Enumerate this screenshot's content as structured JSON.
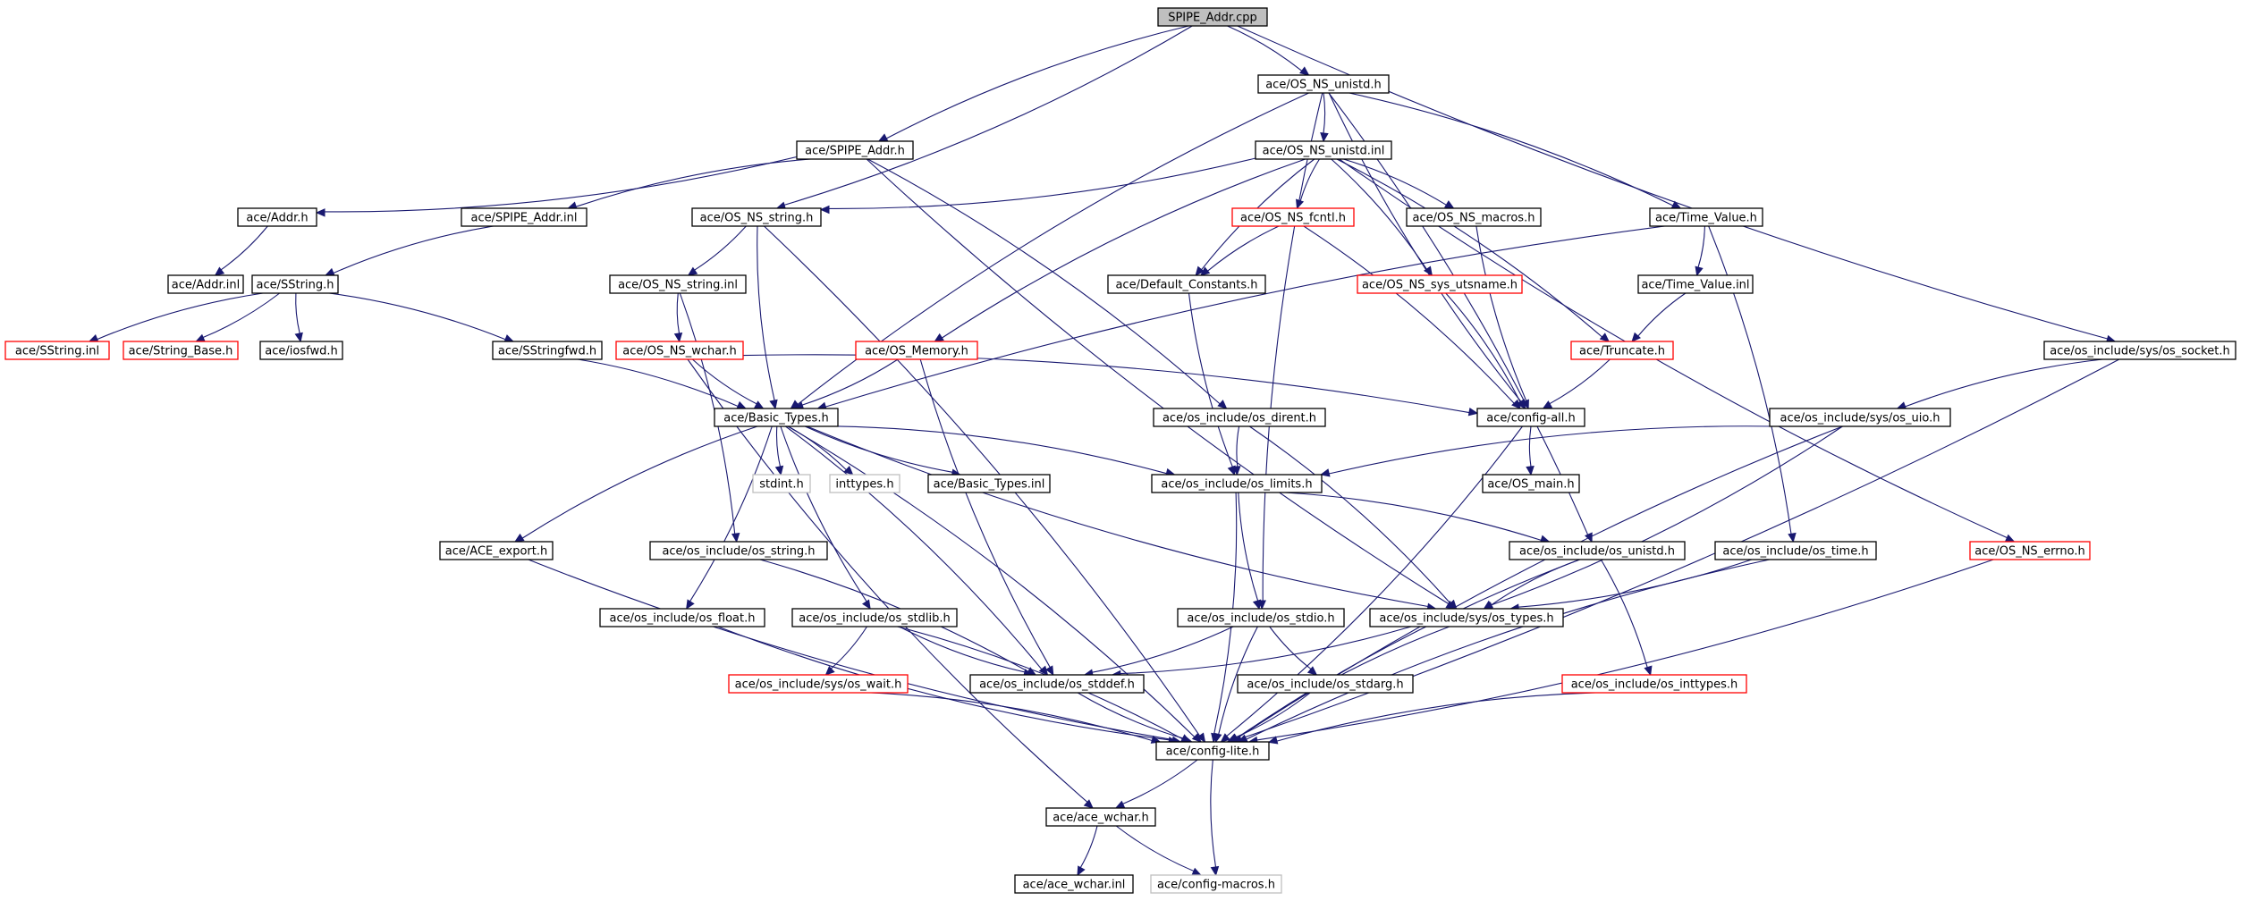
{
  "colors": {
    "edge": "#191970",
    "node_border": "#000000",
    "node_root_fill": "#bfbfbf",
    "node_missing_border": "#ff0000",
    "node_external_border": "#bfbfbf"
  },
  "nodes": [
    {
      "id": "root",
      "label": "SPIPE_Addr.cpp",
      "kind": "root"
    },
    {
      "id": "unistd_h",
      "label": "ace/OS_NS_unistd.h",
      "kind": "normal"
    },
    {
      "id": "spipe_addr_h",
      "label": "ace/SPIPE_Addr.h",
      "kind": "normal"
    },
    {
      "id": "unistd_inl",
      "label": "ace/OS_NS_unistd.inl",
      "kind": "normal"
    },
    {
      "id": "addr_h",
      "label": "ace/Addr.h",
      "kind": "normal"
    },
    {
      "id": "spipe_addr_inl",
      "label": "ace/SPIPE_Addr.inl",
      "kind": "normal"
    },
    {
      "id": "string_h",
      "label": "ace/OS_NS_string.h",
      "kind": "normal"
    },
    {
      "id": "fcntl_h",
      "label": "ace/OS_NS_fcntl.h",
      "kind": "missing"
    },
    {
      "id": "macros_h",
      "label": "ace/OS_NS_macros.h",
      "kind": "normal"
    },
    {
      "id": "time_value_h",
      "label": "ace/Time_Value.h",
      "kind": "normal"
    },
    {
      "id": "addr_inl",
      "label": "ace/Addr.inl",
      "kind": "normal"
    },
    {
      "id": "sstring_h",
      "label": "ace/SString.h",
      "kind": "normal"
    },
    {
      "id": "string_inl",
      "label": "ace/OS_NS_string.inl",
      "kind": "normal"
    },
    {
      "id": "default_constants_h",
      "label": "ace/Default_Constants.h",
      "kind": "normal"
    },
    {
      "id": "utsname_h",
      "label": "ace/OS_NS_sys_utsname.h",
      "kind": "missing"
    },
    {
      "id": "time_value_inl",
      "label": "ace/Time_Value.inl",
      "kind": "normal"
    },
    {
      "id": "sstring_inl",
      "label": "ace/SString.inl",
      "kind": "missing"
    },
    {
      "id": "string_base_h",
      "label": "ace/String_Base.h",
      "kind": "missing"
    },
    {
      "id": "iosfwd_h",
      "label": "ace/iosfwd.h",
      "kind": "normal"
    },
    {
      "id": "sstringfwd_h",
      "label": "ace/SStringfwd.h",
      "kind": "normal"
    },
    {
      "id": "wchar_h",
      "label": "ace/OS_NS_wchar.h",
      "kind": "missing"
    },
    {
      "id": "os_memory_h",
      "label": "ace/OS_Memory.h",
      "kind": "missing"
    },
    {
      "id": "truncate_h",
      "label": "ace/Truncate.h",
      "kind": "missing"
    },
    {
      "id": "os_socket_h",
      "label": "ace/os_include/sys/os_socket.h",
      "kind": "normal"
    },
    {
      "id": "basic_types_h",
      "label": "ace/Basic_Types.h",
      "kind": "normal"
    },
    {
      "id": "os_dirent_h",
      "label": "ace/os_include/os_dirent.h",
      "kind": "normal"
    },
    {
      "id": "config_all_h",
      "label": "ace/config-all.h",
      "kind": "normal"
    },
    {
      "id": "os_uio_h",
      "label": "ace/os_include/sys/os_uio.h",
      "kind": "normal"
    },
    {
      "id": "stdint_h",
      "label": "stdint.h",
      "kind": "external"
    },
    {
      "id": "inttypes_h",
      "label": "inttypes.h",
      "kind": "external"
    },
    {
      "id": "basic_types_inl",
      "label": "ace/Basic_Types.inl",
      "kind": "normal"
    },
    {
      "id": "os_limits_h",
      "label": "ace/os_include/os_limits.h",
      "kind": "normal"
    },
    {
      "id": "os_main_h",
      "label": "ace/OS_main.h",
      "kind": "normal"
    },
    {
      "id": "ace_export_h",
      "label": "ace/ACE_export.h",
      "kind": "normal"
    },
    {
      "id": "os_string_h",
      "label": "ace/os_include/os_string.h",
      "kind": "normal"
    },
    {
      "id": "os_unistd_h",
      "label": "ace/os_include/os_unistd.h",
      "kind": "normal"
    },
    {
      "id": "os_time_h",
      "label": "ace/os_include/os_time.h",
      "kind": "normal"
    },
    {
      "id": "errno_h",
      "label": "ace/OS_NS_errno.h",
      "kind": "missing"
    },
    {
      "id": "os_float_h",
      "label": "ace/os_include/os_float.h",
      "kind": "normal"
    },
    {
      "id": "os_stdlib_h",
      "label": "ace/os_include/os_stdlib.h",
      "kind": "normal"
    },
    {
      "id": "os_stdio_h",
      "label": "ace/os_include/os_stdio.h",
      "kind": "normal"
    },
    {
      "id": "os_types_h",
      "label": "ace/os_include/sys/os_types.h",
      "kind": "normal"
    },
    {
      "id": "os_wait_h",
      "label": "ace/os_include/sys/os_wait.h",
      "kind": "missing"
    },
    {
      "id": "os_stddef_h",
      "label": "ace/os_include/os_stddef.h",
      "kind": "normal"
    },
    {
      "id": "os_stdarg_h",
      "label": "ace/os_include/os_stdarg.h",
      "kind": "normal"
    },
    {
      "id": "os_inttypes_h",
      "label": "ace/os_include/os_inttypes.h",
      "kind": "missing"
    },
    {
      "id": "config_lite_h",
      "label": "ace/config-lite.h",
      "kind": "normal"
    },
    {
      "id": "ace_wchar_h",
      "label": "ace/ace_wchar.h",
      "kind": "normal"
    },
    {
      "id": "ace_wchar_inl",
      "label": "ace/ace_wchar.inl",
      "kind": "normal"
    },
    {
      "id": "config_macros_h",
      "label": "ace/config-macros.h",
      "kind": "external"
    }
  ],
  "edges": [
    [
      "root",
      "unistd_h"
    ],
    [
      "root",
      "spipe_addr_h"
    ],
    [
      "root",
      "string_h"
    ],
    [
      "root",
      "os_socket_h"
    ],
    [
      "unistd_h",
      "unistd_inl"
    ],
    [
      "unistd_h",
      "basic_types_h"
    ],
    [
      "unistd_h",
      "time_value_h"
    ],
    [
      "unistd_h",
      "config_all_h"
    ],
    [
      "unistd_h",
      "os_unistd_h"
    ],
    [
      "unistd_h",
      "os_stdio_h"
    ],
    [
      "spipe_addr_h",
      "addr_h"
    ],
    [
      "spipe_addr_h",
      "spipe_addr_inl"
    ],
    [
      "spipe_addr_h",
      "os_dirent_h"
    ],
    [
      "spipe_addr_h",
      "os_types_h"
    ],
    [
      "unistd_inl",
      "string_h"
    ],
    [
      "unistd_inl",
      "fcntl_h"
    ],
    [
      "unistd_inl",
      "macros_h"
    ],
    [
      "unistd_inl",
      "default_constants_h"
    ],
    [
      "unistd_inl",
      "utsname_h"
    ],
    [
      "unistd_inl",
      "os_memory_h"
    ],
    [
      "unistd_inl",
      "truncate_h"
    ],
    [
      "unistd_inl",
      "errno_h"
    ],
    [
      "addr_h",
      "addr_inl"
    ],
    [
      "spipe_addr_inl",
      "sstring_h"
    ],
    [
      "string_h",
      "string_inl"
    ],
    [
      "string_h",
      "basic_types_h"
    ],
    [
      "string_h",
      "config_lite_h"
    ],
    [
      "fcntl_h",
      "default_constants_h"
    ],
    [
      "fcntl_h",
      "config_all_h"
    ],
    [
      "macros_h",
      "config_all_h"
    ],
    [
      "time_value_h",
      "time_value_inl"
    ],
    [
      "time_value_h",
      "basic_types_h"
    ],
    [
      "time_value_h",
      "os_time_h"
    ],
    [
      "sstring_h",
      "sstring_inl"
    ],
    [
      "sstring_h",
      "string_base_h"
    ],
    [
      "sstring_h",
      "iosfwd_h"
    ],
    [
      "sstring_h",
      "sstringfwd_h"
    ],
    [
      "string_inl",
      "wchar_h"
    ],
    [
      "string_inl",
      "os_string_h"
    ],
    [
      "default_constants_h",
      "os_limits_h"
    ],
    [
      "utsname_h",
      "config_all_h"
    ],
    [
      "time_value_inl",
      "truncate_h"
    ],
    [
      "sstringfwd_h",
      "basic_types_h"
    ],
    [
      "wchar_h",
      "basic_types_h"
    ],
    [
      "wchar_h",
      "config_all_h"
    ],
    [
      "wchar_h",
      "ace_wchar_h"
    ],
    [
      "os_memory_h",
      "basic_types_h"
    ],
    [
      "os_memory_h",
      "os_stddef_h"
    ],
    [
      "truncate_h",
      "config_all_h"
    ],
    [
      "os_socket_h",
      "os_uio_h"
    ],
    [
      "os_socket_h",
      "config_lite_h"
    ],
    [
      "basic_types_h",
      "stdint_h"
    ],
    [
      "basic_types_h",
      "inttypes_h"
    ],
    [
      "basic_types_h",
      "basic_types_inl"
    ],
    [
      "basic_types_h",
      "os_limits_h"
    ],
    [
      "basic_types_h",
      "ace_export_h"
    ],
    [
      "basic_types_h",
      "os_float_h"
    ],
    [
      "basic_types_h",
      "os_stdlib_h"
    ],
    [
      "basic_types_h",
      "os_stddef_h"
    ],
    [
      "basic_types_h",
      "os_types_h"
    ],
    [
      "basic_types_h",
      "config_lite_h"
    ],
    [
      "os_dirent_h",
      "os_limits_h"
    ],
    [
      "os_dirent_h",
      "os_types_h"
    ],
    [
      "config_all_h",
      "os_main_h"
    ],
    [
      "config_all_h",
      "config_lite_h"
    ],
    [
      "os_uio_h",
      "os_limits_h"
    ],
    [
      "os_uio_h",
      "os_types_h"
    ],
    [
      "os_uio_h",
      "config_lite_h"
    ],
    [
      "os_limits_h",
      "os_unistd_h"
    ],
    [
      "os_limits_h",
      "os_stdio_h"
    ],
    [
      "os_limits_h",
      "config_lite_h"
    ],
    [
      "ace_export_h",
      "config_lite_h"
    ],
    [
      "os_string_h",
      "os_stddef_h"
    ],
    [
      "os_unistd_h",
      "os_types_h"
    ],
    [
      "os_unistd_h",
      "os_inttypes_h"
    ],
    [
      "os_unistd_h",
      "config_lite_h"
    ],
    [
      "os_time_h",
      "os_types_h"
    ],
    [
      "os_time_h",
      "config_lite_h"
    ],
    [
      "errno_h",
      "config_lite_h"
    ],
    [
      "os_float_h",
      "config_lite_h"
    ],
    [
      "os_stdlib_h",
      "os_wait_h"
    ],
    [
      "os_stdlib_h",
      "os_stddef_h"
    ],
    [
      "os_stdlib_h",
      "config_lite_h"
    ],
    [
      "os_stdio_h",
      "os_stdarg_h"
    ],
    [
      "os_stdio_h",
      "os_stddef_h"
    ],
    [
      "os_stdio_h",
      "config_lite_h"
    ],
    [
      "os_types_h",
      "os_stddef_h"
    ],
    [
      "os_types_h",
      "config_lite_h"
    ],
    [
      "os_wait_h",
      "config_lite_h"
    ],
    [
      "os_stddef_h",
      "config_lite_h"
    ],
    [
      "os_stdarg_h",
      "config_lite_h"
    ],
    [
      "os_inttypes_h",
      "config_lite_h"
    ],
    [
      "config_lite_h",
      "ace_wchar_h"
    ],
    [
      "config_lite_h",
      "config_macros_h"
    ],
    [
      "ace_wchar_h",
      "ace_wchar_inl"
    ],
    [
      "ace_wchar_h",
      "config_macros_h"
    ]
  ]
}
